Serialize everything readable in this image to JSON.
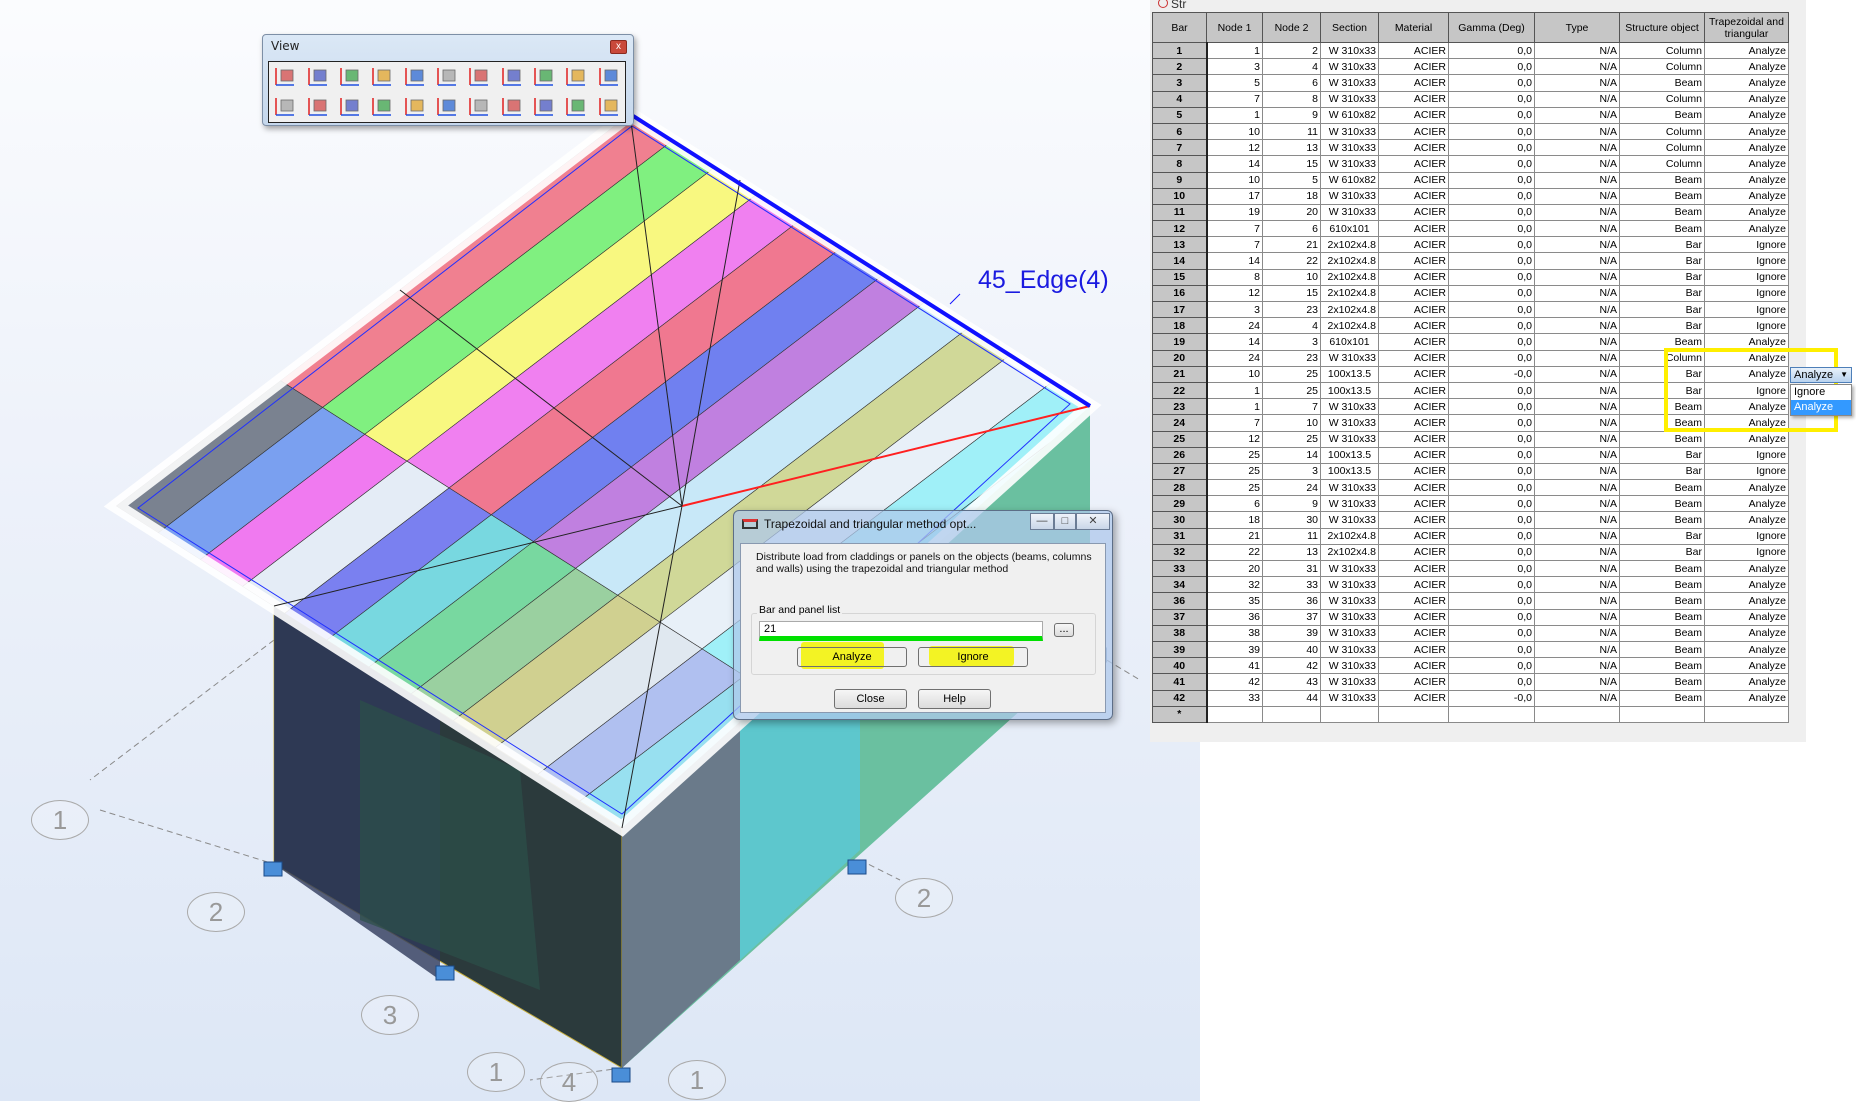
{
  "scene": {
    "edge_label": "45_Edge(4)",
    "axis_labels": [
      "1",
      "2",
      "3",
      "1",
      "2",
      "1",
      "4"
    ],
    "roof_band_colors": [
      "#7a8290",
      "#7aa0f0",
      "#f07af0",
      "#e4ecf6",
      "#7a80f0",
      "#78d8e0",
      "#78d8a0",
      "#9ad0a0",
      "#d0d090",
      "#e0e8f0",
      "#b0c0f0",
      "#98e0f0"
    ],
    "roof_upper_colors": [
      "#f08090",
      "#80f080",
      "#f8f880",
      "#f080f0",
      "#f07890",
      "#7080f0",
      "#c080e0",
      "#c8e8f8",
      "#d0d898",
      "#e8f0f8",
      "#a0f0f8",
      "#80e8f8"
    ]
  },
  "toolbar": {
    "title": "View",
    "close_label": "x",
    "icons": [
      "view-xy-icon",
      "view-yz-icon",
      "view-xz-icon",
      "view-3d-icon",
      "axis-xy-icon",
      "axis-yz-icon",
      "axis-xz-icon",
      "work-plane-icon",
      "section-view-icon",
      "rotate-3d-icon",
      "rotate-x-icon",
      "rotate-y-icon",
      "rotate-z-icon",
      "zoom-window-icon",
      "zoom-all-icon",
      "multi-view-icon",
      "orbit-icon",
      "rotate-icon",
      "zoom-in-out-icon",
      "pan-icon",
      "render-sphere-icon",
      "windows-icon"
    ]
  },
  "table": {
    "title": "Str",
    "columns": [
      "Bar",
      "Node 1",
      "Node 2",
      "Section",
      "Material",
      "Gamma (Deg)",
      "Type",
      "Structure object",
      "Trapezoidal and triangular"
    ],
    "rows": [
      [
        "1",
        "1",
        "2",
        "W 310x33",
        "ACIER",
        "0,0",
        "N/A",
        "Column",
        "Analyze"
      ],
      [
        "2",
        "3",
        "4",
        "W 310x33",
        "ACIER",
        "0,0",
        "N/A",
        "Column",
        "Analyze"
      ],
      [
        "3",
        "5",
        "6",
        "W 310x33",
        "ACIER",
        "0,0",
        "N/A",
        "Beam",
        "Analyze"
      ],
      [
        "4",
        "7",
        "8",
        "W 310x33",
        "ACIER",
        "0,0",
        "N/A",
        "Column",
        "Analyze"
      ],
      [
        "5",
        "1",
        "9",
        "W 610x82",
        "ACIER",
        "0,0",
        "N/A",
        "Beam",
        "Analyze"
      ],
      [
        "6",
        "10",
        "11",
        "W 310x33",
        "ACIER",
        "0,0",
        "N/A",
        "Column",
        "Analyze"
      ],
      [
        "7",
        "12",
        "13",
        "W 310x33",
        "ACIER",
        "0,0",
        "N/A",
        "Column",
        "Analyze"
      ],
      [
        "8",
        "14",
        "15",
        "W 310x33",
        "ACIER",
        "0,0",
        "N/A",
        "Column",
        "Analyze"
      ],
      [
        "9",
        "10",
        "5",
        "W 610x82",
        "ACIER",
        "0,0",
        "N/A",
        "Beam",
        "Analyze"
      ],
      [
        "10",
        "17",
        "18",
        "W 310x33",
        "ACIER",
        "0,0",
        "N/A",
        "Beam",
        "Analyze"
      ],
      [
        "11",
        "19",
        "20",
        "W 310x33",
        "ACIER",
        "0,0",
        "N/A",
        "Beam",
        "Analyze"
      ],
      [
        "12",
        "7",
        "6",
        "610x101",
        "ACIER",
        "0,0",
        "N/A",
        "Beam",
        "Analyze"
      ],
      [
        "13",
        "7",
        "21",
        "2x102x4.8",
        "ACIER",
        "0,0",
        "N/A",
        "Bar",
        "Ignore"
      ],
      [
        "14",
        "14",
        "22",
        "2x102x4.8",
        "ACIER",
        "0,0",
        "N/A",
        "Bar",
        "Ignore"
      ],
      [
        "15",
        "8",
        "10",
        "2x102x4.8",
        "ACIER",
        "0,0",
        "N/A",
        "Bar",
        "Ignore"
      ],
      [
        "16",
        "12",
        "15",
        "2x102x4.8",
        "ACIER",
        "0,0",
        "N/A",
        "Bar",
        "Ignore"
      ],
      [
        "17",
        "3",
        "23",
        "2x102x4.8",
        "ACIER",
        "0,0",
        "N/A",
        "Bar",
        "Ignore"
      ],
      [
        "18",
        "24",
        "4",
        "2x102x4.8",
        "ACIER",
        "0,0",
        "N/A",
        "Bar",
        "Ignore"
      ],
      [
        "19",
        "14",
        "3",
        "610x101",
        "ACIER",
        "0,0",
        "N/A",
        "Beam",
        "Analyze"
      ],
      [
        "20",
        "24",
        "23",
        "W 310x33",
        "ACIER",
        "0,0",
        "N/A",
        "Column",
        "Analyze"
      ],
      [
        "21",
        "10",
        "25",
        "100x13.5",
        "ACIER",
        "-0,0",
        "N/A",
        "Bar",
        "Analyze"
      ],
      [
        "22",
        "1",
        "25",
        "100x13.5",
        "ACIER",
        "0,0",
        "N/A",
        "Bar",
        "Ignore"
      ],
      [
        "23",
        "1",
        "7",
        "W 310x33",
        "ACIER",
        "0,0",
        "N/A",
        "Beam",
        "Analyze"
      ],
      [
        "24",
        "7",
        "10",
        "W 310x33",
        "ACIER",
        "0,0",
        "N/A",
        "Beam",
        "Analyze"
      ],
      [
        "25",
        "12",
        "25",
        "W 310x33",
        "ACIER",
        "0,0",
        "N/A",
        "Beam",
        "Analyze"
      ],
      [
        "26",
        "25",
        "14",
        "100x13.5",
        "ACIER",
        "0,0",
        "N/A",
        "Bar",
        "Ignore"
      ],
      [
        "27",
        "25",
        "3",
        "100x13.5",
        "ACIER",
        "0,0",
        "N/A",
        "Bar",
        "Ignore"
      ],
      [
        "28",
        "25",
        "24",
        "W 310x33",
        "ACIER",
        "0,0",
        "N/A",
        "Beam",
        "Analyze"
      ],
      [
        "29",
        "6",
        "9",
        "W 310x33",
        "ACIER",
        "0,0",
        "N/A",
        "Beam",
        "Analyze"
      ],
      [
        "30",
        "18",
        "30",
        "W 310x33",
        "ACIER",
        "0,0",
        "N/A",
        "Beam",
        "Analyze"
      ],
      [
        "31",
        "21",
        "11",
        "2x102x4.8",
        "ACIER",
        "0,0",
        "N/A",
        "Bar",
        "Ignore"
      ],
      [
        "32",
        "22",
        "13",
        "2x102x4.8",
        "ACIER",
        "0,0",
        "N/A",
        "Bar",
        "Ignore"
      ],
      [
        "33",
        "20",
        "31",
        "W 310x33",
        "ACIER",
        "0,0",
        "N/A",
        "Beam",
        "Analyze"
      ],
      [
        "34",
        "32",
        "33",
        "W 310x33",
        "ACIER",
        "0,0",
        "N/A",
        "Beam",
        "Analyze"
      ],
      [
        "36",
        "35",
        "36",
        "W 310x33",
        "ACIER",
        "0,0",
        "N/A",
        "Beam",
        "Analyze"
      ],
      [
        "37",
        "36",
        "37",
        "W 310x33",
        "ACIER",
        "0,0",
        "N/A",
        "Beam",
        "Analyze"
      ],
      [
        "38",
        "38",
        "39",
        "W 310x33",
        "ACIER",
        "0,0",
        "N/A",
        "Beam",
        "Analyze"
      ],
      [
        "39",
        "39",
        "40",
        "W 310x33",
        "ACIER",
        "0,0",
        "N/A",
        "Beam",
        "Analyze"
      ],
      [
        "40",
        "41",
        "42",
        "W 310x33",
        "ACIER",
        "0,0",
        "N/A",
        "Beam",
        "Analyze"
      ],
      [
        "41",
        "42",
        "43",
        "W 310x33",
        "ACIER",
        "0,0",
        "N/A",
        "Beam",
        "Analyze"
      ],
      [
        "42",
        "33",
        "44",
        "W 310x33",
        "ACIER",
        "-0,0",
        "N/A",
        "Beam",
        "Analyze"
      ]
    ],
    "new_row_marker": "*",
    "dropdown": {
      "value": "Analyze",
      "options": [
        "Ignore",
        "Analyze"
      ],
      "selected": "Analyze"
    },
    "highlight_color": "#ffef00"
  },
  "dialog": {
    "title": "Trapezoidal and triangular method opt...",
    "minimize": "—",
    "maximize": "□",
    "close": "✕",
    "description": "Distribute load from claddings or panels on the objects (beams, columns and walls) using the trapezoidal and triangular method",
    "group_label": "Bar and panel list",
    "list_value": "21",
    "browse_label": "...",
    "analyze_label": "Analyze",
    "ignore_label": "Ignore",
    "close_label": "Close",
    "help_label": "Help"
  }
}
